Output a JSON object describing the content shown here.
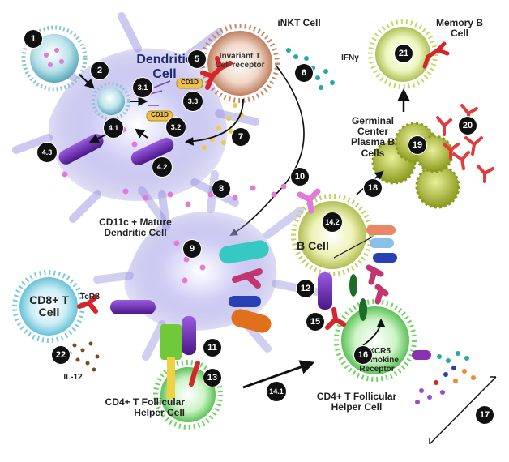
{
  "cells": {
    "dendritic": "Dendritic Cell",
    "inkt": "iNKT Cell",
    "invariant_receptor": "Invariant T Cell receptor",
    "memory_b": "Memory B Cell",
    "ifng": "IFNγ",
    "cd1d_a": "CD1D",
    "cd1d_b": "CD1D",
    "germinal": "Germinal Center Plasma B Cells",
    "mature_dc": "CD11c + Mature Dendritic Cell",
    "b_cell": "B Cell",
    "cd8": "CD8+ T Cell",
    "tcrb": "TcRβ",
    "il12": "IL-12",
    "cd4_left": "CD4+ T Follicular Helper Cell",
    "cd4_right": "CD4+ T Follicular Helper Cell",
    "cxcr5": "CXCR5 Chemokine Receptor"
  },
  "steps": [
    "1",
    "2",
    "3.1",
    "3.2",
    "3.3",
    "4.1",
    "4.2",
    "4.3",
    "5",
    "6",
    "7",
    "8",
    "9",
    "10",
    "11",
    "12",
    "13",
    "14.1",
    "14.2",
    "15",
    "16",
    "17",
    "18",
    "19",
    "20",
    "21",
    "22"
  ],
  "colors": {
    "dc_body": "#a9a4e6",
    "inkt_body": "#c98e73",
    "memory_b_body": "#d8e89a",
    "plasma_body": "#b9c83a",
    "b_cell_body": "#d6e07a",
    "tfh_body": "#7fdc72",
    "cd8_body": "#8fd6e6",
    "antibody": "#e83b3b",
    "mhc_purple": "#6a2bb0",
    "pink_antigen": "#e37ad6"
  }
}
